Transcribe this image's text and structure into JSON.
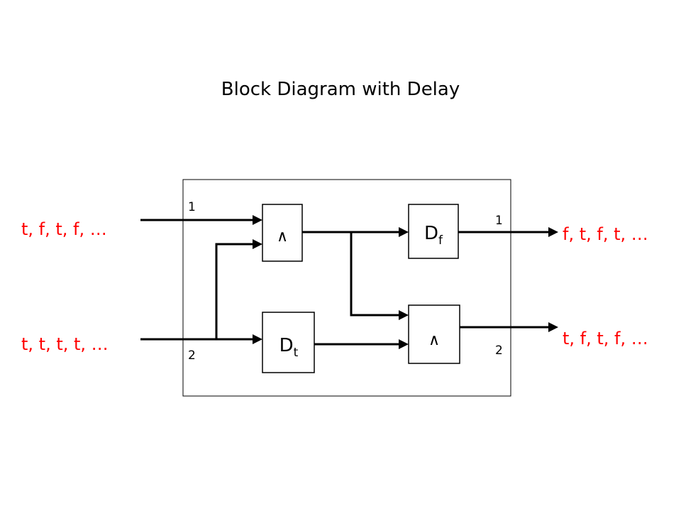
{
  "title": "Block Diagram with Delay",
  "colors": {
    "sequence_text": "#ff0000",
    "lines": "#000000",
    "background": "#ffffff"
  },
  "inputs": [
    {
      "port": "1",
      "sequence": "t, f, t, f, …"
    },
    {
      "port": "2",
      "sequence": "t, t, t, t, …"
    }
  ],
  "outputs": [
    {
      "port": "1",
      "sequence": "f, t, f, t, …"
    },
    {
      "port": "2",
      "sequence": "t, f, t, f, …"
    }
  ],
  "blocks": {
    "and_top": {
      "symbol": "∧"
    },
    "delay_false": {
      "main": "D",
      "sub": "f"
    },
    "delay_true": {
      "main": "D",
      "sub": "t"
    },
    "and_bottom": {
      "symbol": "∧"
    }
  }
}
